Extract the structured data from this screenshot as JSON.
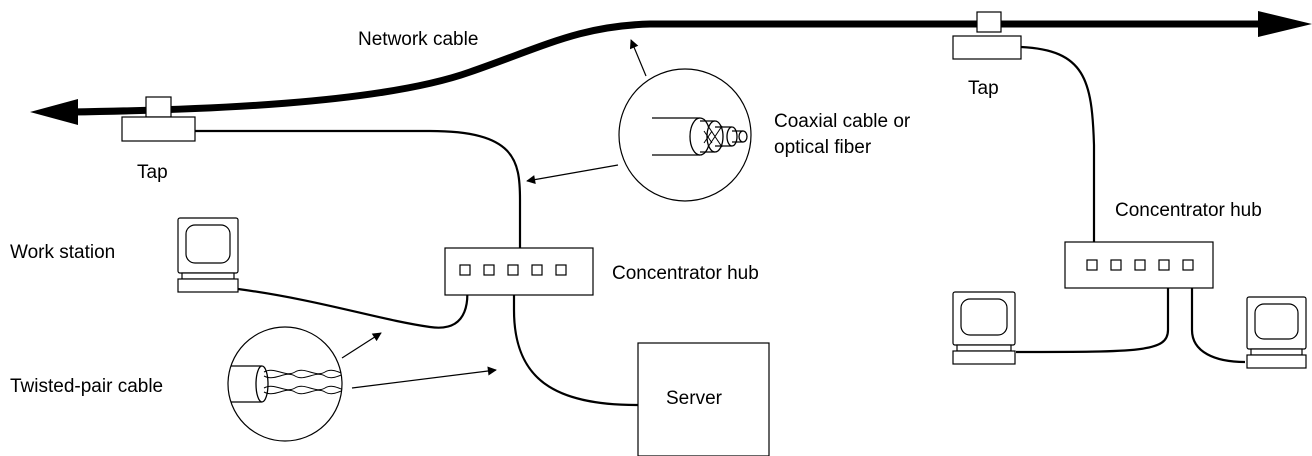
{
  "labels": {
    "network_cable": "Network cable",
    "tap_left": "Tap",
    "tap_right": "Tap",
    "coax_line1": "Coaxial cable or",
    "coax_line2": "optical fiber",
    "concentrator_hub_center": "Concentrator hub",
    "concentrator_hub_right": "Concentrator hub",
    "work_station": "Work station",
    "twisted_pair_cable": "Twisted-pair cable",
    "server": "Server"
  },
  "colors": {
    "ink": "#000000",
    "background": "#ffffff"
  },
  "icons": [
    "monitor-icon",
    "arrow-icon",
    "coaxial-cable-icon",
    "twisted-pair-icon"
  ]
}
